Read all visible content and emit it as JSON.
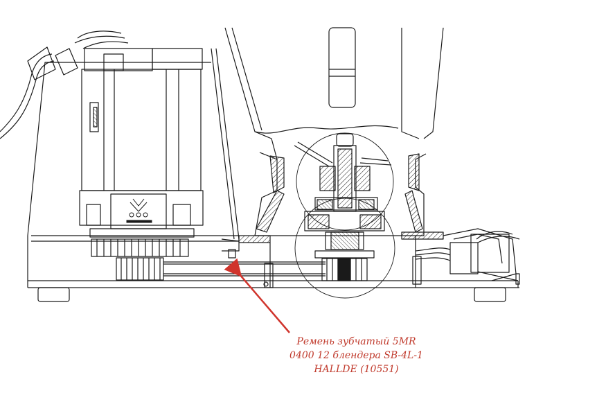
{
  "annotation": {
    "lines": [
      "Ремень зубчатый 5MR",
      "0400 12 блендера SB-4L-1",
      "HALLDE (10551)"
    ],
    "color": "#c0392b"
  },
  "colors": {
    "line": "#1a1a1a",
    "arrow": "#d0342c",
    "background": "#ffffff"
  }
}
